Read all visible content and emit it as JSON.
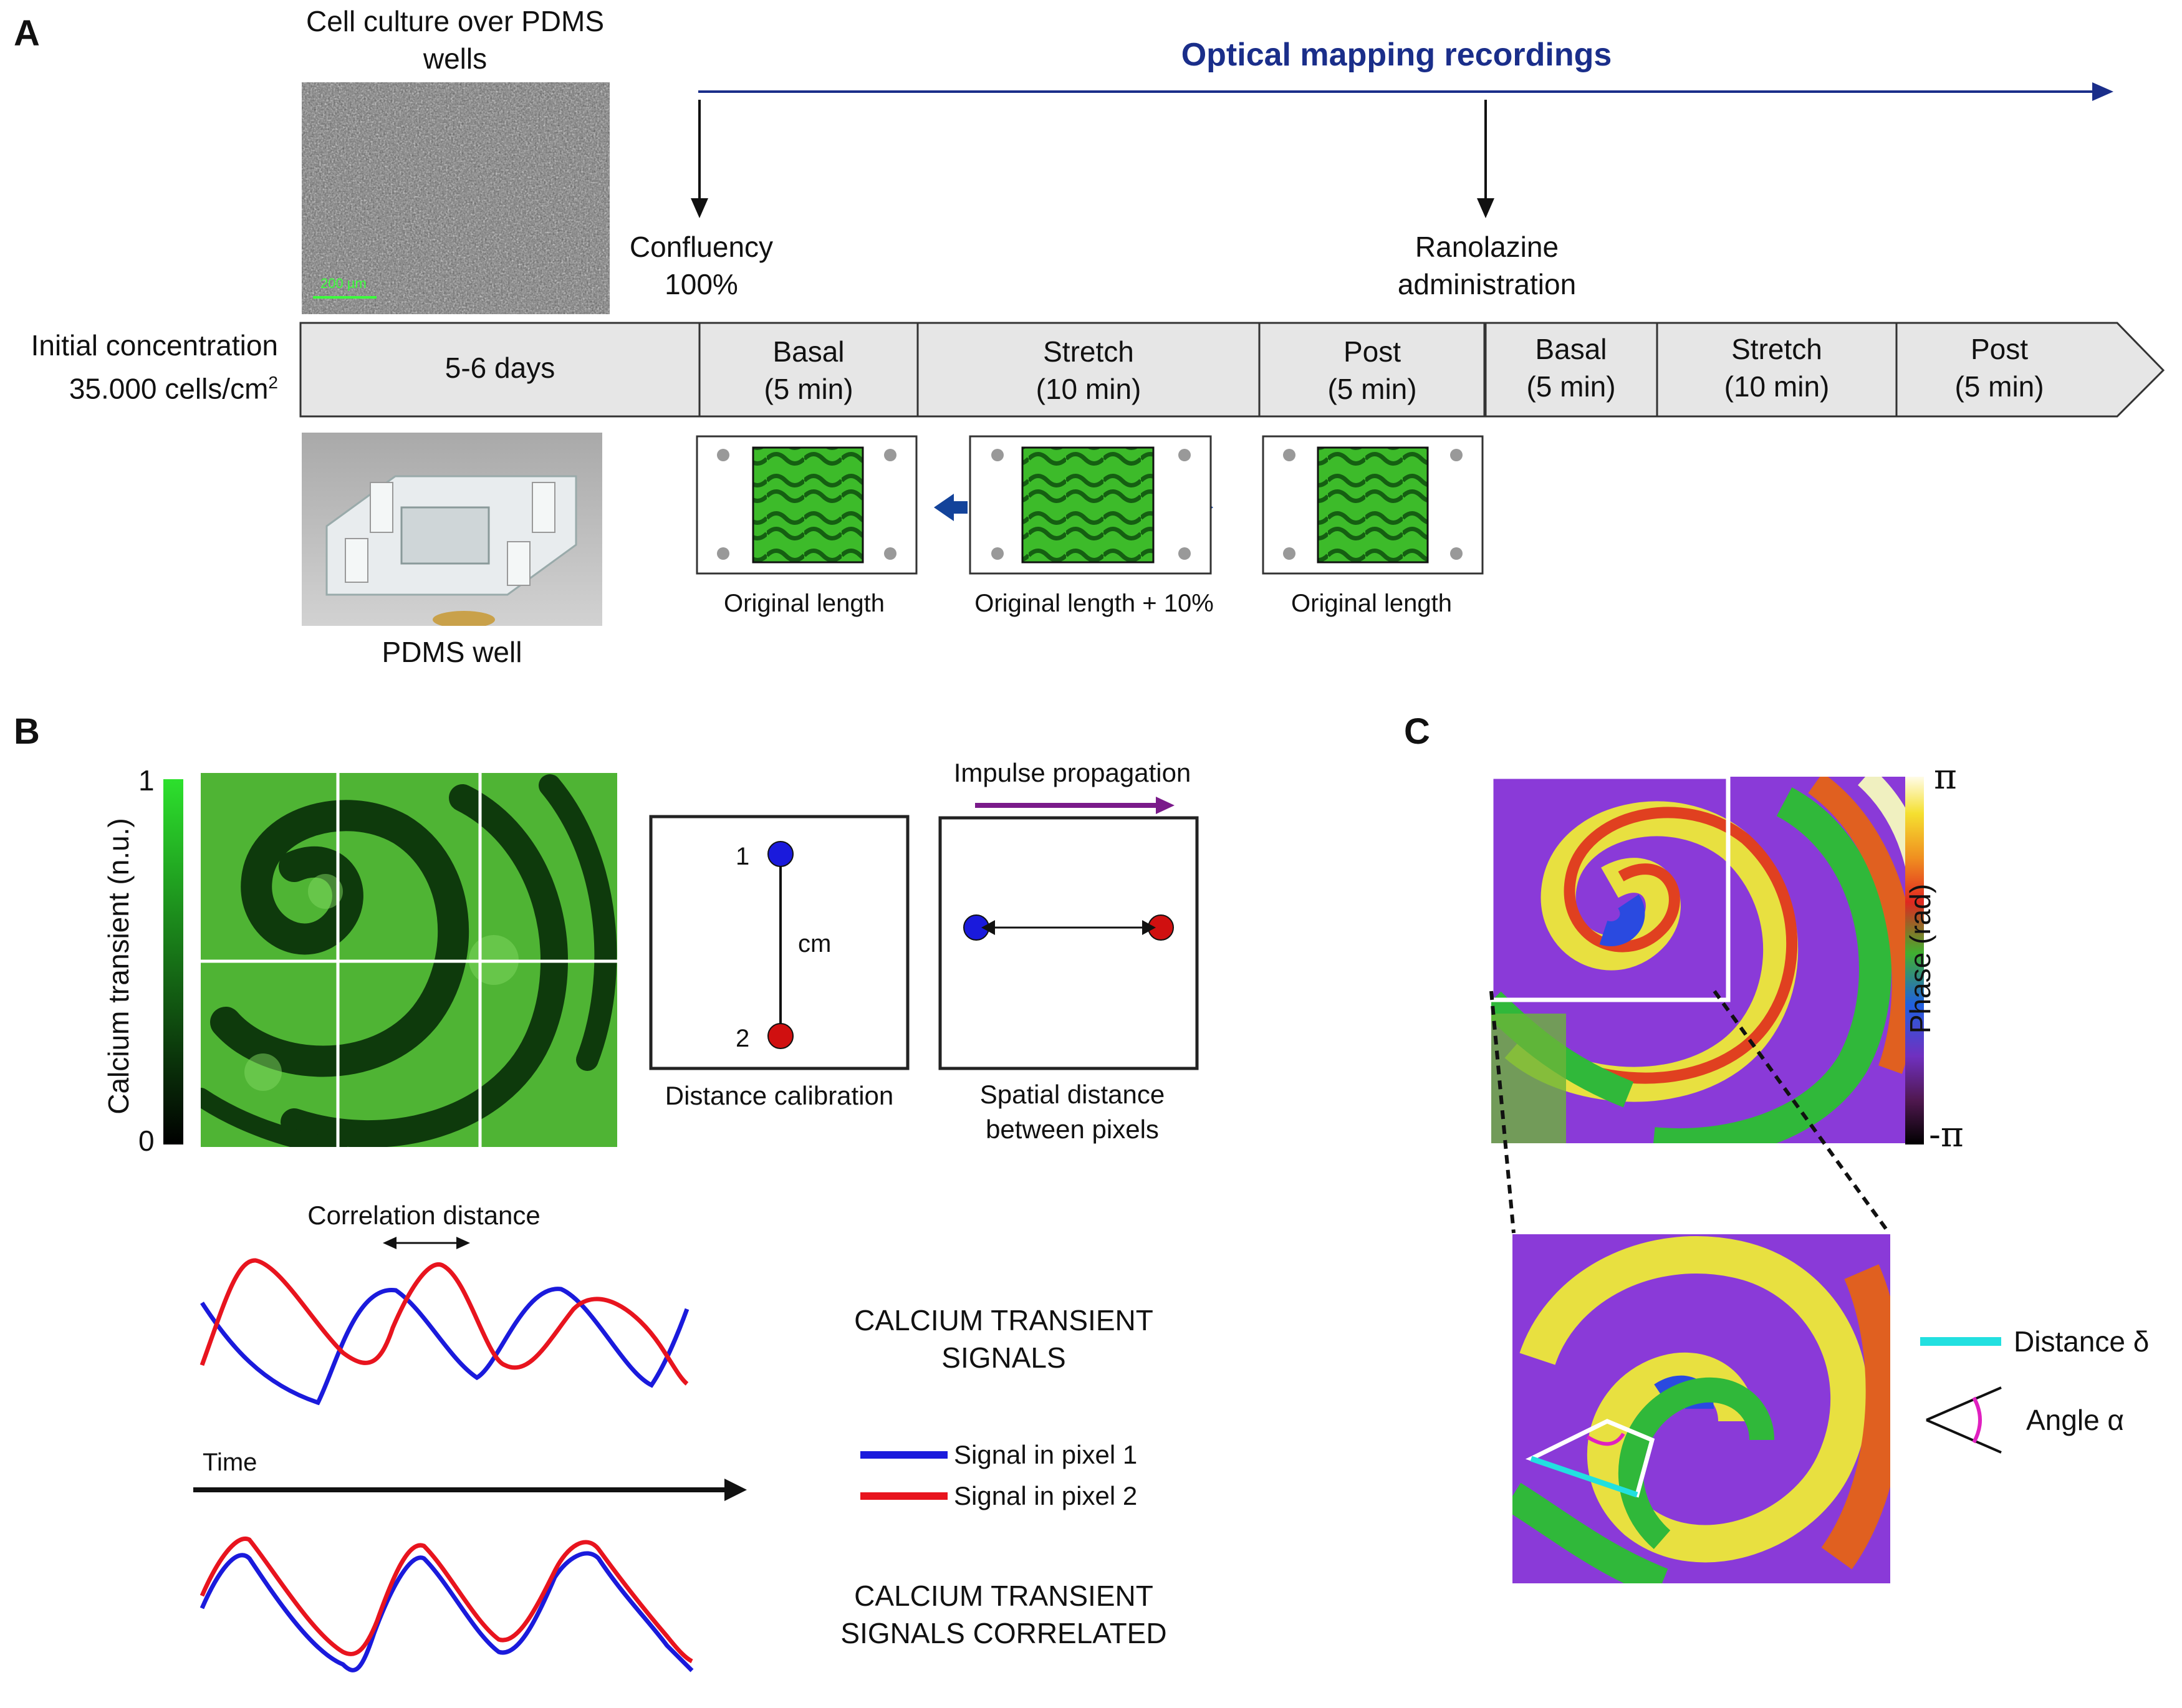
{
  "panel_a": {
    "letter": "A",
    "cell_culture_label": "Cell culture over PDMS wells",
    "scale_bar_text": "200 µm",
    "optical_title": "Optical mapping recordings",
    "confluency_label": "Confluency 100%",
    "ranolazine_label": "Ranolazine administration",
    "initial_label_line1": "Initial concentration",
    "initial_label_line2": "35.000 cells/cm",
    "initial_label_sup": "2",
    "timeline": [
      {
        "line1": "5-6 days",
        "line2": ""
      },
      {
        "line1": "Basal",
        "line2": "(5 min)"
      },
      {
        "line1": "Stretch",
        "line2": "(10 min)"
      },
      {
        "line1": "Post",
        "line2": "(5 min)"
      },
      {
        "line1": "Basal",
        "line2": "(5 min)"
      },
      {
        "line1": "Stretch",
        "line2": "(10 min)"
      },
      {
        "line1": "Post",
        "line2": "(5 min)"
      }
    ],
    "pdms_label": "PDMS well",
    "stretch_captions": [
      "Original length",
      "Original length + 10%",
      "Original length"
    ]
  },
  "panel_b": {
    "letter": "B",
    "colorbar_max": "1",
    "colorbar_min": "0",
    "colorbar_label": "Calcium transient (n.u.)",
    "point1": "1",
    "point2": "2",
    "cm_label": "cm",
    "distance_calibration": "Distance calibration",
    "impulse_propagation": "Impulse propagation",
    "spatial_line1": "Spatial distance",
    "spatial_line2": "between pixels",
    "correlation_distance": "Correlation distance",
    "time_label": "Time",
    "signals_line1": "CALCIUM TRANSIENT",
    "signals_line2": "SIGNALS",
    "legend": [
      {
        "label": "Signal in pixel 1",
        "color": "#1a1adc"
      },
      {
        "label": "Signal in pixel 2",
        "color": "#e8141e"
      }
    ],
    "correlated_line1": "CALCIUM TRANSIENT",
    "correlated_line2": "SIGNALS CORRELATED"
  },
  "panel_c": {
    "letter": "C",
    "phase_max": "π",
    "phase_min": "-π",
    "phase_label": "Phase (rad)",
    "distance_legend": "Distance δ",
    "angle_legend": "Angle α",
    "distance_color": "#22e0e0",
    "angle_color": "#e020c0"
  }
}
